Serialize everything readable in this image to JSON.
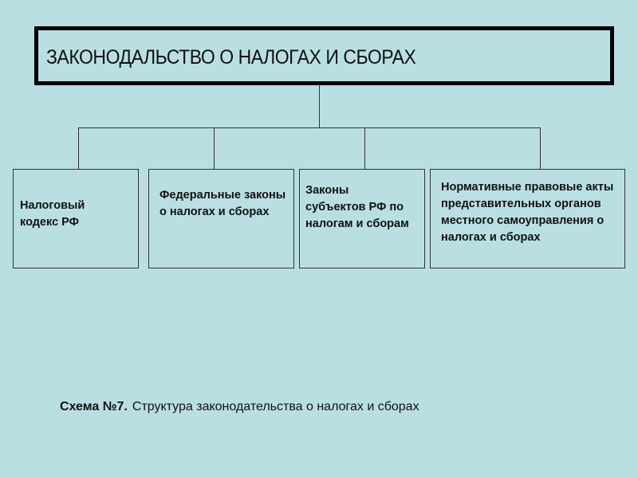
{
  "title": "ЗАКОНОДАЛЬСТВО О НАЛОГАХ И СБОРАХ",
  "boxes": [
    {
      "text": "Налоговый кодекс РФ"
    },
    {
      "text": "Федеральные законы о налогах и сборах"
    },
    {
      "text": "Законы субъектов РФ по налогам и сборам"
    },
    {
      "text": "Нормативные правовые акты представительных органов местного самоуправления о налогах и сборах"
    }
  ],
  "caption": {
    "label": "Схема №7.",
    "text": "Структура законодательства о налогах и сборах"
  }
}
